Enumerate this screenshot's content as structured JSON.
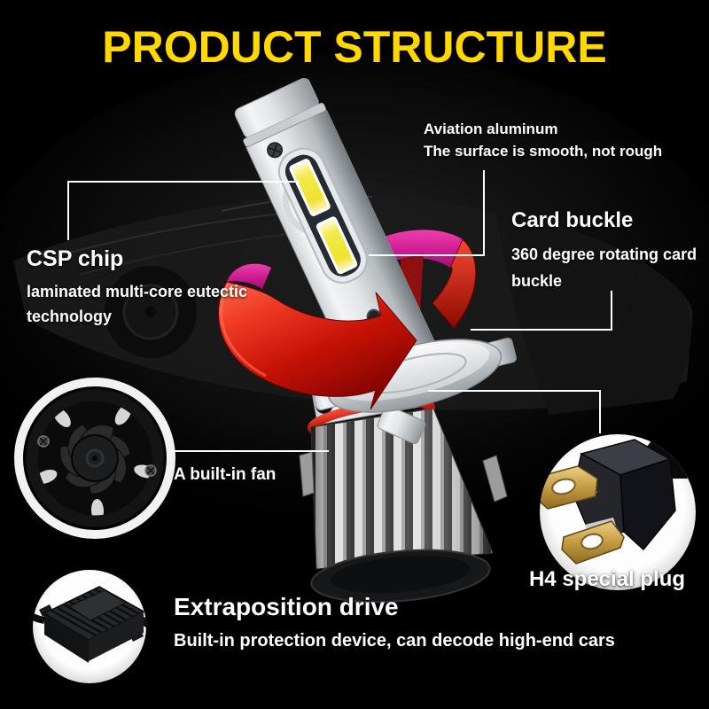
{
  "title": "PRODUCT STRUCTURE",
  "callouts": {
    "aviation_aluminum": {
      "title": "Aviation aluminum",
      "description": "The surface is smooth, not rough"
    },
    "card_buckle": {
      "title": "Card buckle",
      "description": "360 degree rotating card buckle"
    },
    "csp_chip": {
      "title": "CSP chip",
      "description": "laminated multi-core eutectic technology"
    },
    "built_in_fan": {
      "label": "A built-in fan"
    },
    "h4_plug": {
      "label": "H4 special plug"
    },
    "drive": {
      "title": "Extraposition drive",
      "description": "Built-in protection device, can decode high-end cars"
    }
  },
  "icons": {
    "fan": "cooling-fan-photo-in-circle",
    "plug": "h4-connector-photo-in-circle",
    "driver": "external-driver-box-photo-in-circle",
    "rotation_arrow": "360-degree-red-swirl-arrow"
  },
  "colors": {
    "background": "#000000",
    "title": "#FFD800",
    "text": "#FFFFFF",
    "arrow_red": "#C51105",
    "arrow_magenta": "#CF1D93",
    "led_yellow": "#EFE22E",
    "oring_red": "#C0160A",
    "plug_brass": "#C49B44"
  }
}
